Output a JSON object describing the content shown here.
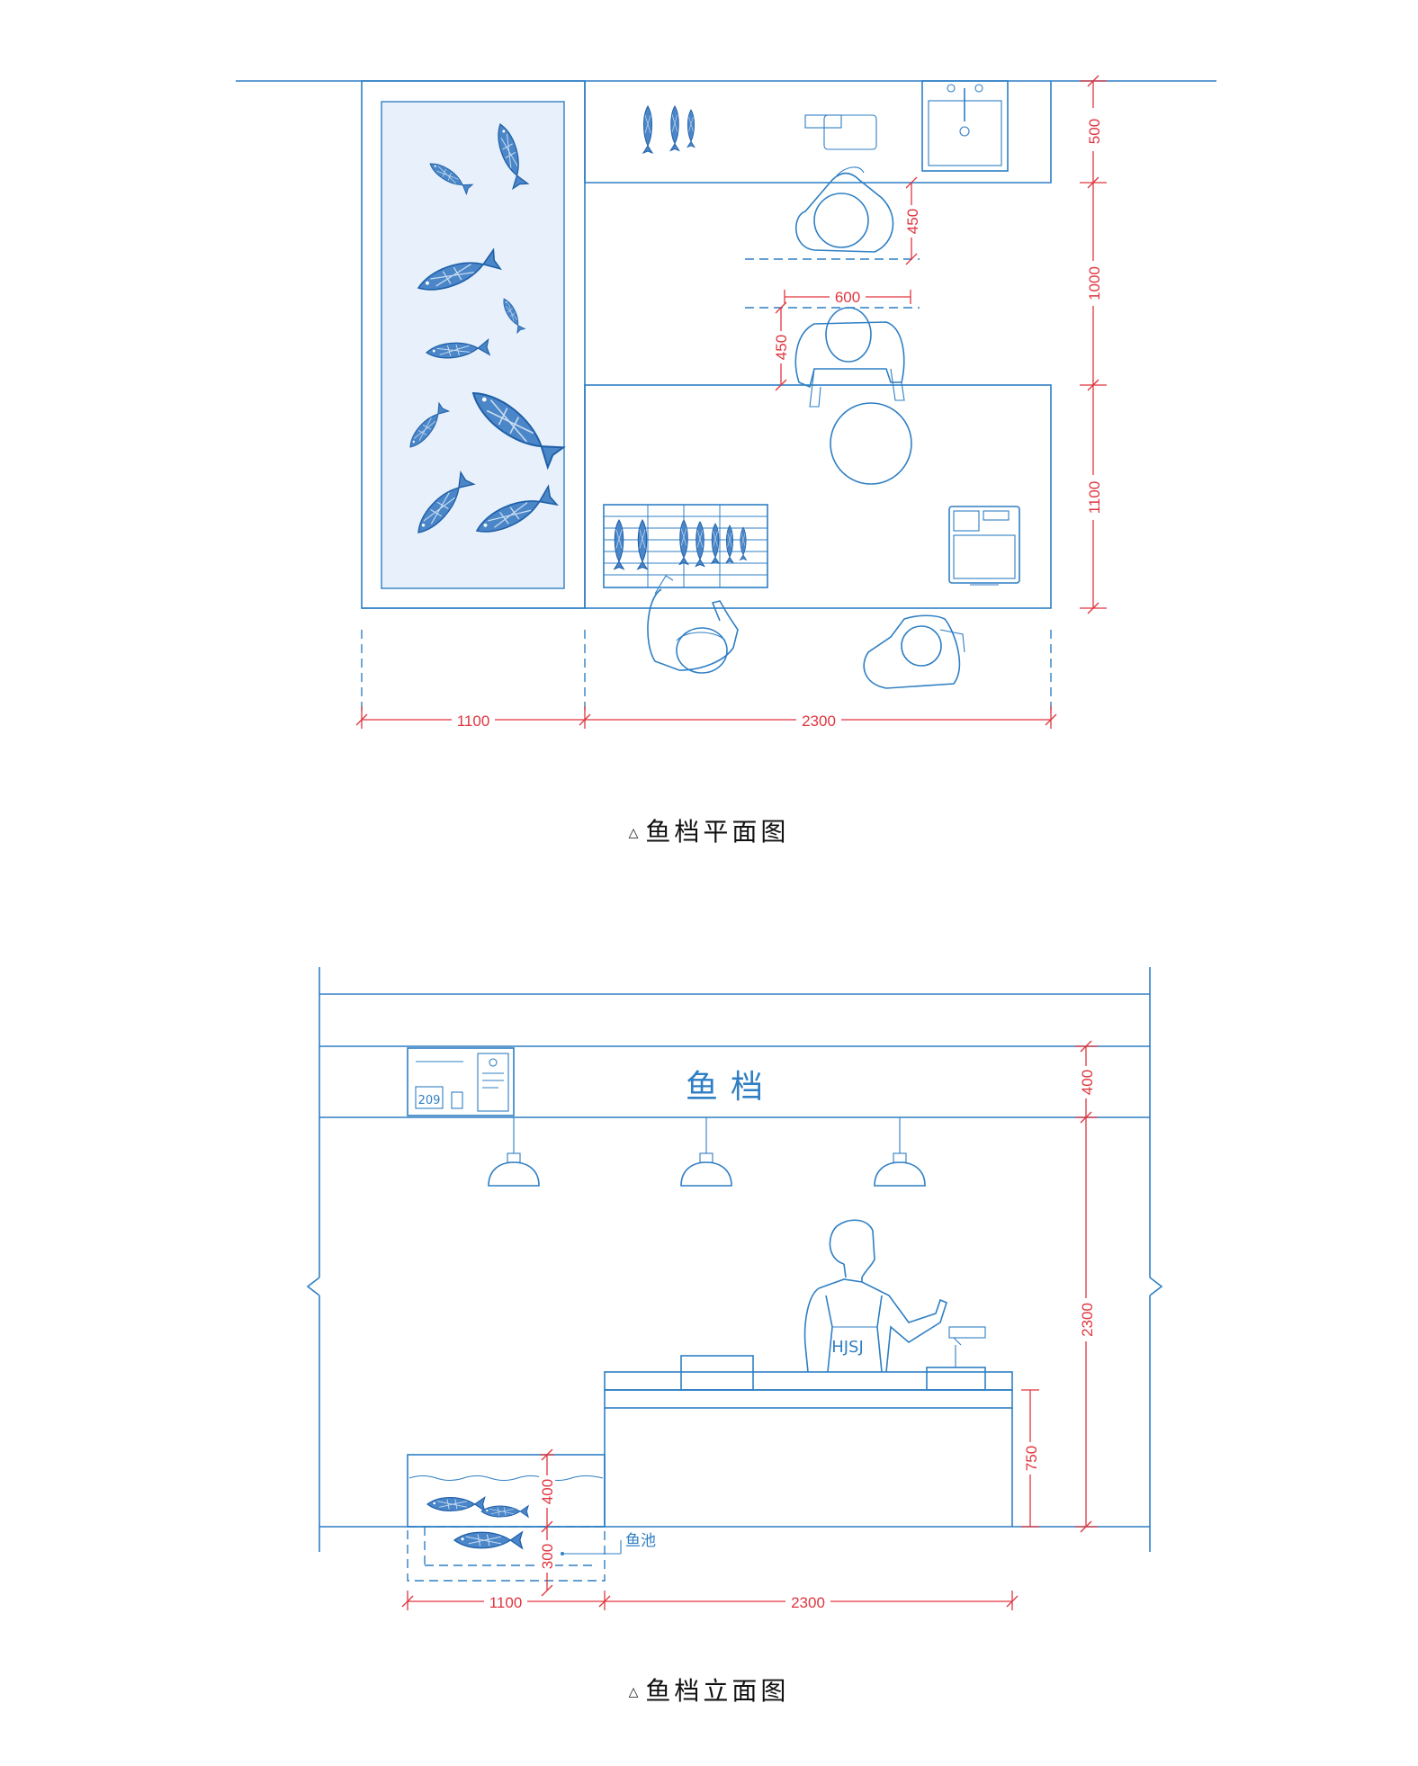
{
  "plan": {
    "caption": "鱼档平面图",
    "dimensions": {
      "d500": "500",
      "d1000": "1000",
      "d1100_right": "1100",
      "d450_top": "450",
      "d600": "600",
      "d450_mid": "450",
      "bottom_1100": "1100",
      "bottom_2300": "2300"
    }
  },
  "elevation": {
    "caption": "鱼档立面图",
    "sign_text": "鱼档",
    "apron_text": "HJSJ",
    "board_number": "209",
    "pool_label": "鱼池",
    "dimensions": {
      "d400_top": "400",
      "d2300": "2300",
      "d750": "750",
      "d400_pool": "400",
      "d300_pool": "300",
      "bottom_1100": "1100",
      "bottom_2300": "2300"
    }
  },
  "colors": {
    "line": "#2f7fc4",
    "dimension": "#e0353f",
    "text": "#111111"
  },
  "icons": [
    "triangle-marker-icon"
  ]
}
